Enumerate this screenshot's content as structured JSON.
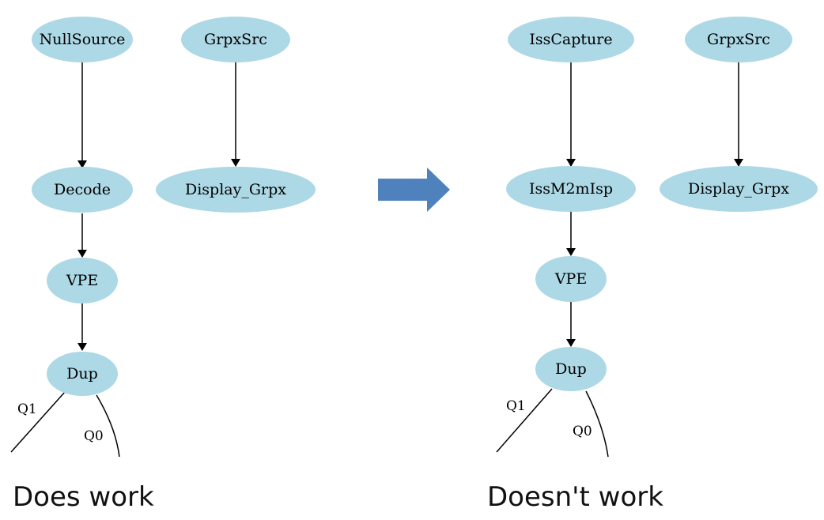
{
  "colors": {
    "node_fill": "#add8e6",
    "edge": "#000000",
    "arrow_fill": "#4f81bd",
    "background": "#ffffff"
  },
  "diagrams": {
    "left": {
      "caption": "Does work",
      "nodes": {
        "nullsource": "NullSource",
        "grpxsrc": "GrpxSrc",
        "decode": "Decode",
        "display_grpx": "Display_Grpx",
        "vpe": "VPE",
        "dup": "Dup"
      },
      "edge_labels": {
        "q1": "Q1",
        "q0": "Q0"
      }
    },
    "right": {
      "caption": "Doesn't work",
      "nodes": {
        "isscapture": "IssCapture",
        "grpxsrc": "GrpxSrc",
        "issm2misp": "IssM2mIsp",
        "display_grpx": "Display_Grpx",
        "vpe": "VPE",
        "dup": "Dup"
      },
      "edge_labels": {
        "q1": "Q1",
        "q0": "Q0"
      }
    }
  },
  "transition_icon": "right-arrow-icon"
}
